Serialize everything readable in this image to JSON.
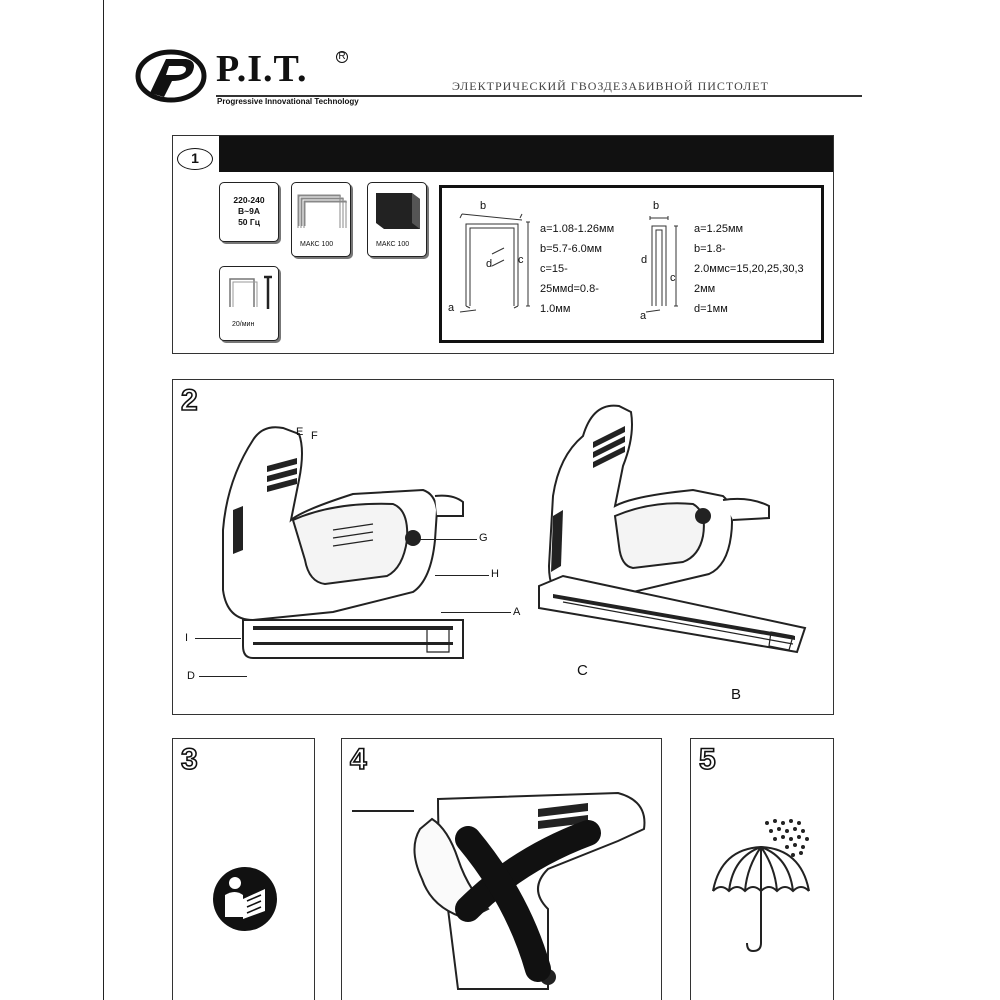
{
  "header": {
    "brand": "P.I.T.",
    "registered_mark": "R",
    "tagline": "Progressive Innovational Technology",
    "document_title": "ЭЛЕКТРИЧЕСКИЙ ГВОЗДЕЗАБИВНОЙ ПИСТОЛЕТ"
  },
  "panel1": {
    "number": "1",
    "spec_voltage": "220-240",
    "spec_current": "В~9А",
    "spec_frequency": "50 Гц",
    "staples_caption": "МАКС 100",
    "strip_caption": "МАКС 100",
    "rate_caption": "20/мин",
    "staple_a": {
      "labels": [
        "b",
        "d",
        "c",
        "a"
      ],
      "lines": [
        "a=1.08-1.26мм",
        "b=5.7-6.0мм",
        "c=15-",
        "25ммd=0.8-",
        "1.0мм"
      ]
    },
    "staple_b": {
      "labels": [
        "b",
        "d",
        "c",
        "a"
      ],
      "lines": [
        "a=1.25мм",
        "b=1.8-",
        "2.0ммc=15,20,25,30,3",
        "2мм",
        "d=1мм"
      ]
    }
  },
  "panel2": {
    "number": "2",
    "parts_left": [
      "E",
      "F",
      "G",
      "H",
      "A",
      "I",
      "D"
    ],
    "parts_right": [
      "C",
      "B"
    ]
  },
  "panel3": {
    "number": "3"
  },
  "panel4": {
    "number": "4"
  },
  "panel5": {
    "number": "5"
  }
}
